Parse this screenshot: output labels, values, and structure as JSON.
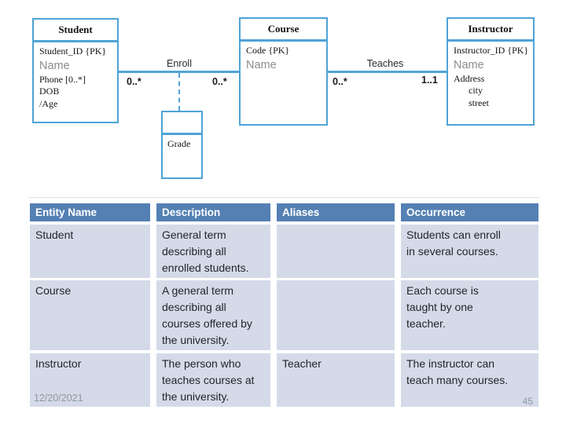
{
  "colors": {
    "diagram_blue": "#4FA3D7",
    "header_bg": "#5480B4",
    "header_text": "#FFFFFF",
    "row_bg": "#D4DAE8",
    "body_text": "#1F242B",
    "footer_text": "#8F97A2"
  },
  "diagram": {
    "entities": [
      {
        "name": "Student",
        "attributes": [
          {
            "text": "Student_ID {PK}"
          },
          {
            "text": "Name"
          },
          {
            "text": "Phone [0..*]"
          },
          {
            "text": "DOB"
          },
          {
            "text": "/Age"
          }
        ]
      },
      {
        "name": "Course",
        "attributes": [
          {
            "text": "Code {PK}"
          },
          {
            "text": "Name"
          }
        ]
      },
      {
        "name": "Instructor",
        "attributes": [
          {
            "text": "Instructor_ID {PK}"
          },
          {
            "text": "Name"
          },
          {
            "text": "Address"
          },
          {
            "text": "city"
          },
          {
            "text": "street"
          }
        ]
      }
    ],
    "relationships": [
      {
        "label": "Enroll",
        "mult_near": "0..*",
        "mult_far": "0..*"
      },
      {
        "label": "Teaches",
        "mult_near": "0..*",
        "mult_far": "1..1"
      }
    ],
    "association_class": {
      "attribute": "Grade"
    }
  },
  "table": {
    "headers": [
      "Entity Name",
      "Description",
      "Aliases",
      "Occurrence"
    ],
    "rows": [
      {
        "entity": "Student",
        "description": "General term\ndescribing all\nenrolled students.",
        "aliases": "",
        "occurrence": "Students can enroll\nin several courses."
      },
      {
        "entity": "Course",
        "description": "A general term\ndescribing all\ncourses offered by\nthe university.",
        "aliases": "",
        "occurrence": "Each course is\ntaught by one\nteacher."
      },
      {
        "entity": "Instructor",
        "description": "The person who\nteaches courses at\nthe university.",
        "aliases": "Teacher",
        "occurrence": "The instructor can\nteach many courses."
      }
    ]
  },
  "footer": {
    "date": "12/20/2021",
    "slide_number": "45"
  }
}
